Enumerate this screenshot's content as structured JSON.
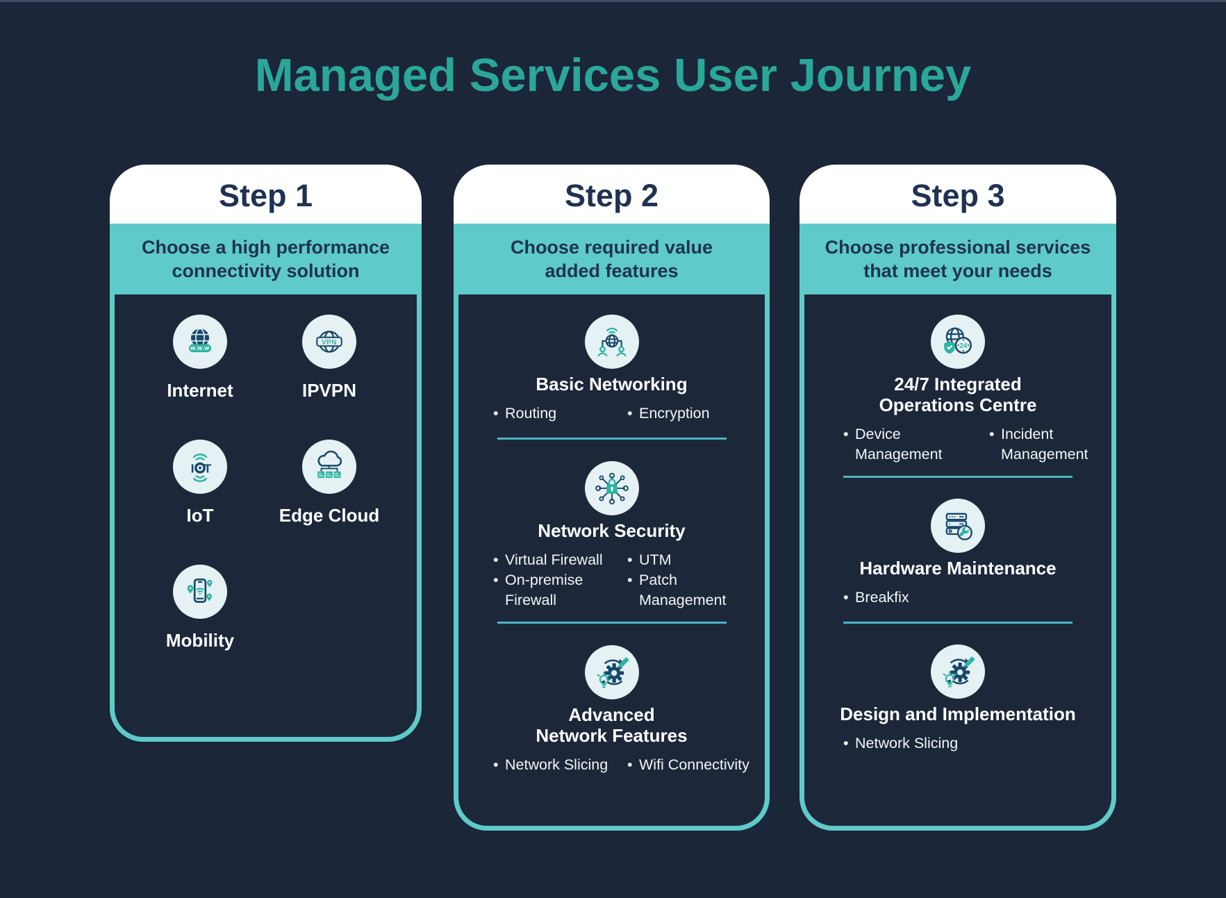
{
  "page": {
    "title": "Managed Services User Journey"
  },
  "theme": {
    "background": "#1b2638",
    "title_color": "#2aa79a",
    "band_teal": "#5ecac9",
    "navy_text": "#1f3252",
    "divider_teal": "#4ab5c2",
    "icon_circle_bg": "#e6f1f3",
    "icon_navy": "#17486b",
    "icon_teal": "#2fb3a3",
    "body_text": "#ffffff"
  },
  "cards": [
    {
      "step": "Step 1",
      "subtitle": "Choose a high performance\nconnectivity solution",
      "items": [
        {
          "icon": "internet-icon",
          "label": "Internet"
        },
        {
          "icon": "ipvpn-icon",
          "label": "IPVPN"
        },
        {
          "icon": "iot-icon",
          "label": "IoT"
        },
        {
          "icon": "edge-cloud-icon",
          "label": "Edge Cloud"
        },
        {
          "icon": "mobility-icon",
          "label": "Mobility"
        }
      ]
    },
    {
      "step": "Step 2",
      "subtitle": "Choose required value\nadded features",
      "sections": [
        {
          "icon": "basic-networking-icon",
          "title": "Basic Networking",
          "bullets": [
            "Routing",
            "Encryption"
          ]
        },
        {
          "icon": "network-security-icon",
          "title": "Network Security",
          "bullets": [
            "Virtual Firewall",
            "UTM",
            "On-premise Firewall",
            "Patch Management"
          ]
        },
        {
          "icon": "advanced-network-features-icon",
          "title": "Advanced\nNetwork Features",
          "bullets": [
            "Network Slicing",
            "Wifi Connectivity"
          ]
        }
      ]
    },
    {
      "step": "Step 3",
      "subtitle": "Choose professional services\nthat meet your needs",
      "sections": [
        {
          "icon": "integrated-operations-centre-icon",
          "title": "24/7 Integrated\nOperations Centre",
          "bullets": [
            "Device Management",
            "Incident Management"
          ]
        },
        {
          "icon": "hardware-maintenance-icon",
          "title": "Hardware Maintenance",
          "bullets": [
            "Breakfix"
          ]
        },
        {
          "icon": "design-and-implementation-icon",
          "title": "Design and Implementation",
          "bullets": [
            "Network Slicing"
          ]
        }
      ]
    }
  ]
}
